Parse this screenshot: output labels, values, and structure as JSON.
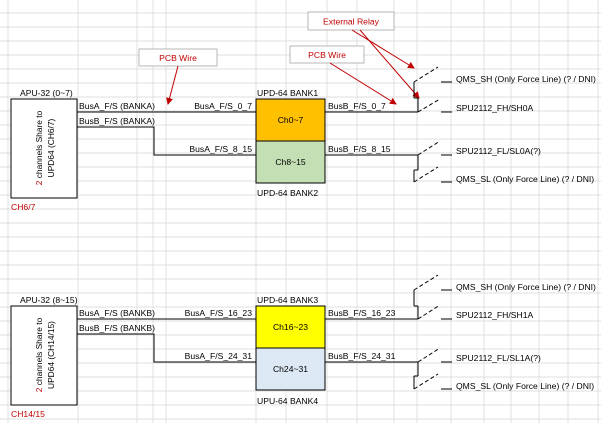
{
  "annotations": {
    "external_relay": "External Relay",
    "pcb_wire_left": "PCB Wire",
    "pcb_wire_right": "PCB Wire"
  },
  "section_top": {
    "apu_title": "APU-32 (0~7)",
    "apu_vertical_line1_red": "2",
    "apu_vertical_line1_rest": " channels Share to",
    "apu_vertical_line2": "UPD64 (CH6/7)",
    "ch_label": "CH6/7",
    "apu_out_a": "BusA_F/S (BANKA)",
    "apu_out_b": "BusB_F/S (BANKA)",
    "bus_in_top": "BusA_F/S_0_7",
    "bus_in_bottom": "BusA_F/S_8_15",
    "bank_top_label": "UPD-64 BANK1",
    "bank_bottom_label": "UPD-64 BANK2",
    "cell_top": "Ch0~7",
    "cell_bottom": "Ch8~15",
    "bus_out_top": "BusB_F/S_0_7",
    "bus_out_bottom": "BusB_F/S_8_15",
    "relay_outputs": [
      "QMS_SH (Only Force Line) (? / DNI)",
      "SPU2112_FH/SH0A",
      "SPU2112_FL/SL0A(?)",
      "QMS_SL (Only Force Line) (? / DNI)"
    ]
  },
  "section_bottom": {
    "apu_title": "APU-32 (8~15)",
    "apu_vertical_line1_red": "2",
    "apu_vertical_line1_rest": " channels Share to",
    "apu_vertical_line2": "UPD64 (CH14/15)",
    "ch_label": "CH14/15",
    "apu_out_a": "BusA_F/S (BANKB)",
    "apu_out_b": "BusB_F/S (BANKB)",
    "bus_in_top": "BusA_F/S_16_23",
    "bus_in_bottom": "BusA_F/S_24_31",
    "bank_top_label": "UPD-64 BANK3",
    "bank_bottom_label": "UPU-64 BANK4",
    "cell_top": "Ch16~23",
    "cell_bottom": "Ch24~31",
    "bus_out_top": "BusB_F/S_16_23",
    "bus_out_bottom": "BusB_F/S_24_31",
    "relay_outputs": [
      "QMS_SH (Only Force Line) (? / DNI)",
      "SPU2112_FH/SH1A",
      "SPU2112_FL/SL1A(?)",
      "QMS_SL (Only Force Line) (? / DNI)"
    ]
  },
  "colors": {
    "cell_ch0_7": "#ffc000",
    "cell_ch8_15": "#c4dfb4",
    "cell_ch16_23": "#ffff00",
    "cell_ch24_31": "#dce9f4",
    "accent_red": "#c00000",
    "grid_line": "#d4d4d4"
  }
}
